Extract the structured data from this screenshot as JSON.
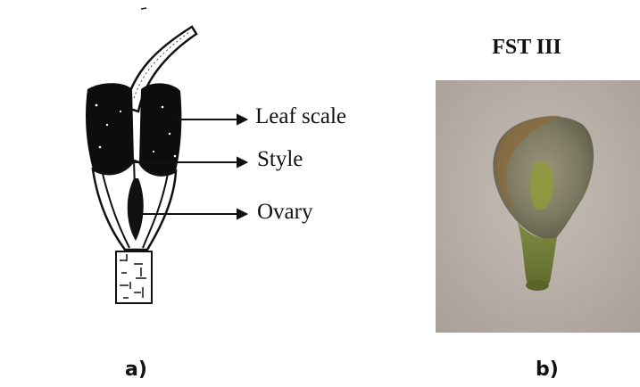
{
  "panel_a": {
    "labels": {
      "leaf_scale": "Leaf scale",
      "style": "Style",
      "ovary": "Ovary"
    },
    "panel_letter": "a)"
  },
  "panel_b": {
    "title": "FST III",
    "panel_letter": "b)"
  },
  "colors": {
    "ink": "#111111",
    "photo_background": "#b8afa7",
    "specimen_green": "#7a8a3e"
  }
}
